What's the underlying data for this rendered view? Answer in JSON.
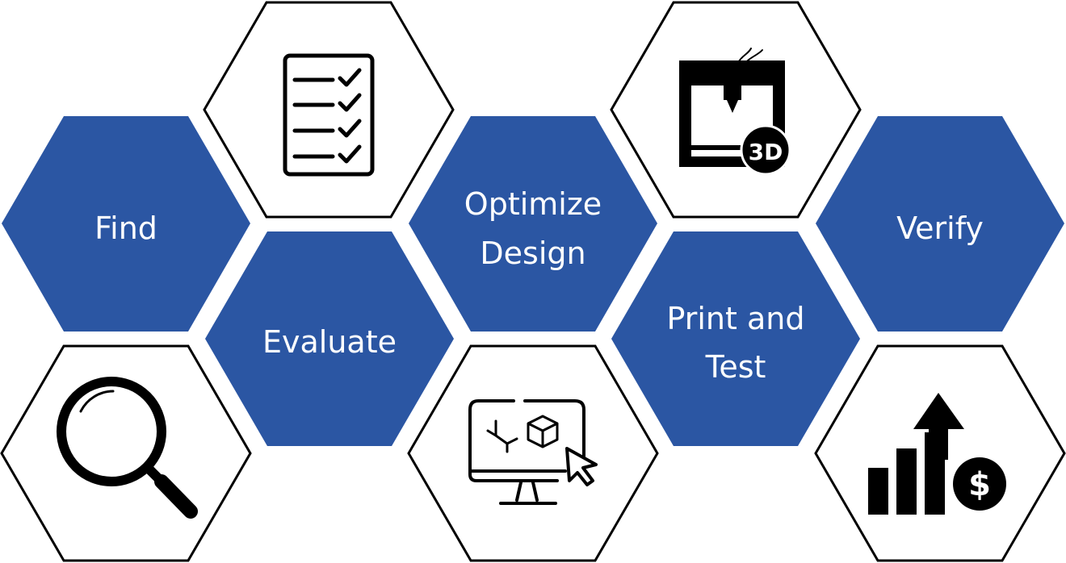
{
  "colors": {
    "blue": "#2b56a3",
    "outline": "#000000",
    "text": "#ffffff"
  },
  "steps": [
    {
      "label_lines": [
        "Find"
      ],
      "icon": "magnifier-icon"
    },
    {
      "label_lines": [
        "Evaluate"
      ],
      "icon": "checklist-icon"
    },
    {
      "label_lines": [
        "Optimize",
        "Design"
      ],
      "icon": "cad-monitor-icon"
    },
    {
      "label_lines": [
        "Print and",
        "Test"
      ],
      "icon": "3d-printer-icon"
    },
    {
      "label_lines": [
        "Verify"
      ],
      "icon": "growth-dollar-icon"
    }
  ],
  "printer_badge": "3D"
}
